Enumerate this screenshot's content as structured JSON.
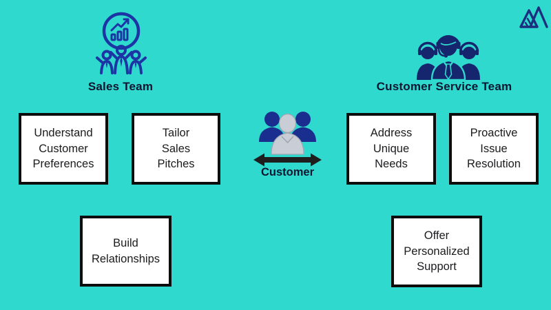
{
  "colors": {
    "background": "#30D9CD",
    "icon_navy_outline": "#1C34A4",
    "icon_navy_solid": "#15266F",
    "customer_navy": "#1A2E8F",
    "customer_gray": "#C9CED6",
    "label_text": "#0D1531",
    "box_border": "#0D0D0D",
    "box_background": "#FFFFFF",
    "box_text": "#1B1B1E",
    "arrow_black": "#1E1E1E"
  },
  "sales_team": {
    "label": "Sales Team",
    "icon": "sales-team-growth-icon",
    "points": [
      {
        "label": "Understand\nCustomer\nPreferences"
      },
      {
        "label": "Tailor\nSales\nPitches"
      },
      {
        "label": "Build\nRelationships"
      }
    ]
  },
  "customer_service_team": {
    "label": "Customer Service Team",
    "icon": "customer-service-headset-team-icon",
    "points": [
      {
        "label": "Address\nUnique\nNeeds"
      },
      {
        "label": "Proactive\nIssue\nResolution"
      },
      {
        "label": "Offer\nPersonalized\nSupport"
      }
    ]
  },
  "customer": {
    "label": "Customer",
    "icon": "customer-group-icon",
    "arrow": "double-headed-arrow"
  },
  "logo": {
    "icon": "mountain-peaks-logo"
  }
}
